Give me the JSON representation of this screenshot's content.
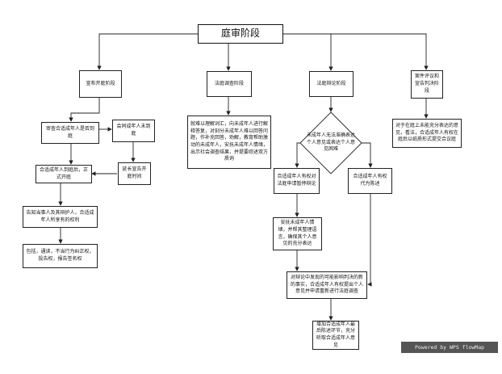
{
  "title": "庭审阶段",
  "stages": {
    "s1": "宣布开庭阶段",
    "s2": "法庭调查阶段",
    "s3": "法庭辩论阶段",
    "s4": "案件评议和宣告判决阶段"
  },
  "col1": {
    "check": "审查合适成年人是否到庭",
    "notify": "会同成年人未到庭",
    "arrived": "合适成年人到庭后，正式开庭",
    "postpone": "延长宣告开庭时间",
    "inform": "告知当事人及其辩护人，合适成年人所享有的权利",
    "rights": "包括，通读，不当行为纠正权，投告权，报告签名权"
  },
  "col2": {
    "desc": "就难以理解词汇，向未成年人进行解释答复，对刻分未成年人难以回答问题，作补充回答，劝解，教育帮助激动的未成年人，安抚未成年人情绪，出示社会调查结果，并提要综述双方质询"
  },
  "col3": {
    "decision": "未成年人无法准确表达个人意见或表达个人意见困难",
    "left": "合适成年人有权对法庭申请暂停辩论",
    "right": "合适成年人有权代为陈述",
    "calm": "安抚未成年人情绪，并帮其整理语言，确保其个人意见的充分表达",
    "final": "对辩论中发现的可能影响判决的新的事实，合适成年人有权提出个人意见并申请重新进行法庭调查",
    "last": "增加合适成年人最后陈述环节，充分听取合适成年人意见"
  },
  "col4": {
    "desc": "对于在庭上未能充分表达的意见，看法，合适成年人有权在庭后以纸质形式提交合议庭"
  },
  "watermark": "Powered by WPS flowMap"
}
